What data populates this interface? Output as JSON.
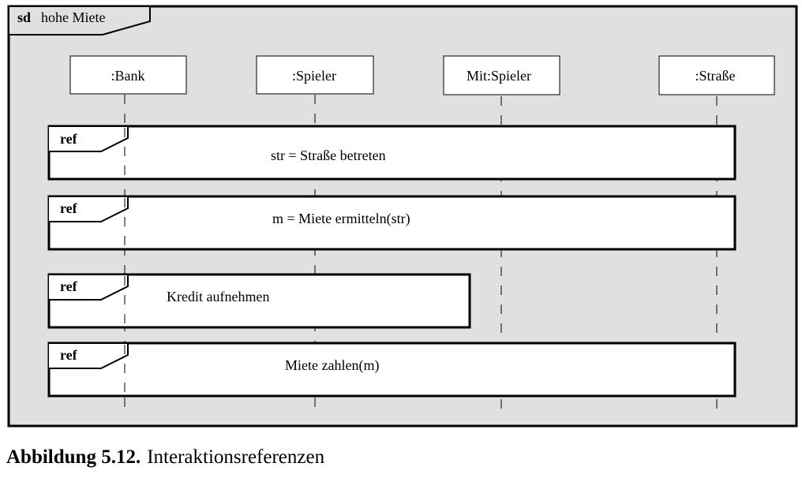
{
  "frame": {
    "kind": "sd",
    "name": "hohe Miete"
  },
  "lifelines": [
    {
      "label": ":Bank"
    },
    {
      "label": ":Spieler"
    },
    {
      "label": "Mit:Spieler"
    },
    {
      "label": ":Straße"
    }
  ],
  "fragments": [
    {
      "tag": "ref",
      "label": "str = Straße betreten"
    },
    {
      "tag": "ref",
      "label": "m = Miete ermitteln(str)"
    },
    {
      "tag": "ref",
      "label": "Kredit aufnehmen"
    },
    {
      "tag": "ref",
      "label": "Miete zahlen(m)"
    }
  ],
  "caption": {
    "number": "Abbildung 5.12.",
    "text": "Interaktionsreferenzen"
  }
}
